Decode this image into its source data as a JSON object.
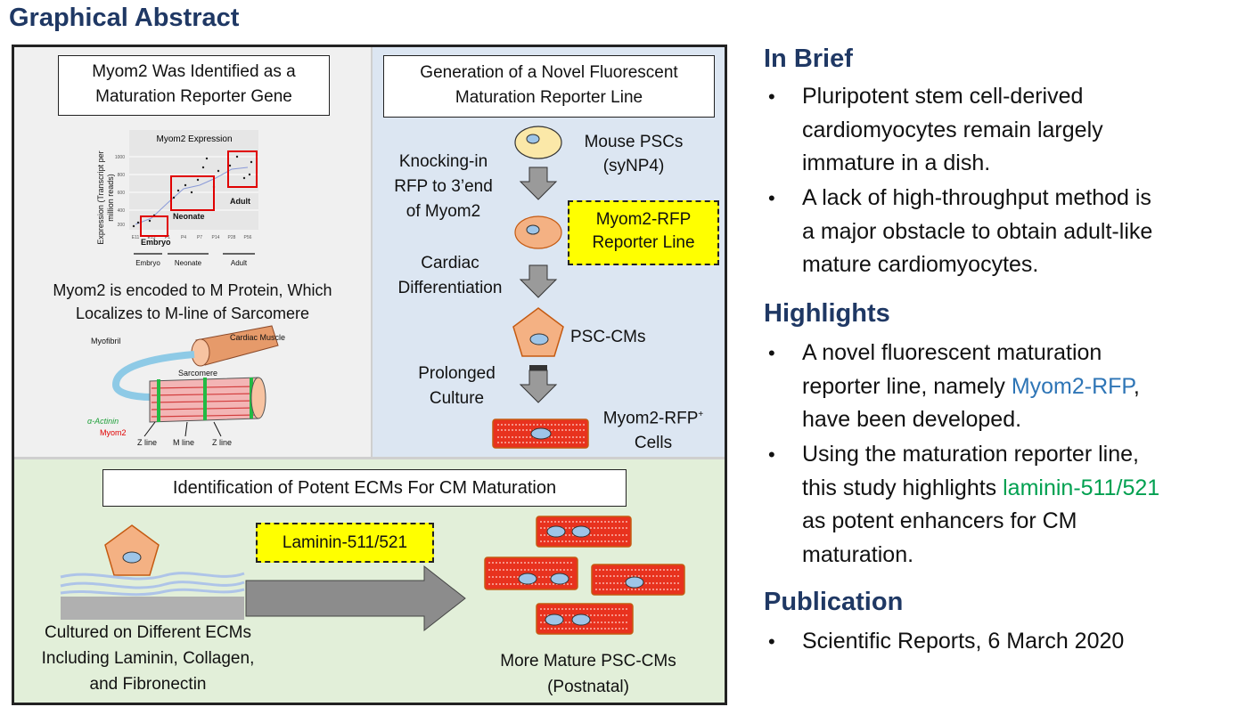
{
  "title": "Graphical Abstract",
  "panel_a": {
    "box_title_line1": "Myom2 Was Identified as a",
    "box_title_line2": "Maturation Reporter Gene",
    "chart_title": "Myom2 Expression",
    "ylabel_line1": "Expression (Transcript per",
    "ylabel_line2": "million reads)",
    "yticks": [
      "200",
      "400",
      "600",
      "800",
      "1000"
    ],
    "xticks": [
      "E11",
      "E13",
      "P1",
      "P4",
      "P7",
      "P14",
      "P28",
      "P56"
    ],
    "group_labels": [
      "Embryo",
      "Neonate",
      "Adult"
    ],
    "stage_labels": [
      "Embryo",
      "Neonate",
      "Adult"
    ],
    "text_line1": "Myom2 is encoded to M Protein, Which",
    "text_line2": "Localizes to M-line of Sarcomere",
    "diagram": {
      "myofibril": "Myofibril",
      "cardiac_muscle": "Cardiac Muscle",
      "sarcomere": "Sarcomere",
      "actinin": "α-Actinin",
      "myom2": "Myom2",
      "zline1": "Z line",
      "mline": "M line",
      "zline2": "Z line"
    }
  },
  "panel_b": {
    "box_title_line1": "Generation of a Novel Fluorescent",
    "box_title_line2": "Maturation Reporter Line",
    "mouse_pscs_line1": "Mouse PSCs",
    "mouse_pscs_line2": "(syNP4)",
    "knockin_line1": "Knocking-in",
    "knockin_line2": "RFP to 3’end",
    "knockin_line3": "of Myom2",
    "reporter_line1": "Myom2-RFP",
    "reporter_line2": "Reporter Line",
    "cardiac_line1": "Cardiac",
    "cardiac_line2": "Differentiation",
    "psc_cms": "PSC-CMs",
    "prolonged_line1": "Prolonged",
    "prolonged_line2": "Culture",
    "cells_line1": "Myom2-RFP",
    "cells_sup": "+",
    "cells_line2": "Cells"
  },
  "panel_c": {
    "box_title": "Identification of Potent ECMs For CM Maturation",
    "laminin": "Laminin-511/521",
    "cultured_line1": "Cultured on Different ECMs",
    "cultured_line2": "Including Laminin, Collagen,",
    "cultured_line3": "and Fibronectin",
    "mature_line1": "More Mature PSC-CMs",
    "mature_line2": "(Postnatal)"
  },
  "in_brief": {
    "heading": "In Brief",
    "bullets": [
      [
        "Pluripotent stem cell-derived",
        "cardiomyocytes remain largely",
        "immature in a dish."
      ],
      [
        "A lack of high-throughput method is",
        "a major obstacle to obtain adult-like",
        "mature cardiomyocytes."
      ]
    ]
  },
  "highlights": {
    "heading": "Highlights",
    "b1_line1": "A novel fluorescent maturation",
    "b1_line2_pre": "reporter line, namely ",
    "b1_line2_hl": "Myom2-RFP",
    "b1_line2_post": ",",
    "b1_line3": "have been developed.",
    "b2_line1": "Using the maturation reporter line,",
    "b2_line2_pre": "this study highlights ",
    "b2_line2_hl": "laminin-511/521",
    "b2_line3": "as potent enhancers for CM",
    "b2_line4": "maturation."
  },
  "publication": {
    "heading": "Publication",
    "bullet": "Scientific Reports, 6 March 2020"
  },
  "colors": {
    "heading_navy": "#1f3864",
    "highlight_blue": "#2e75b6",
    "highlight_green": "#00a050",
    "reporter_yellow": "#ffff00",
    "cell_red": "#e8321e",
    "cell_orange": "#f4b183"
  },
  "icons": {
    "bullet": "bullet-dot",
    "arrow": "down-arrow"
  }
}
